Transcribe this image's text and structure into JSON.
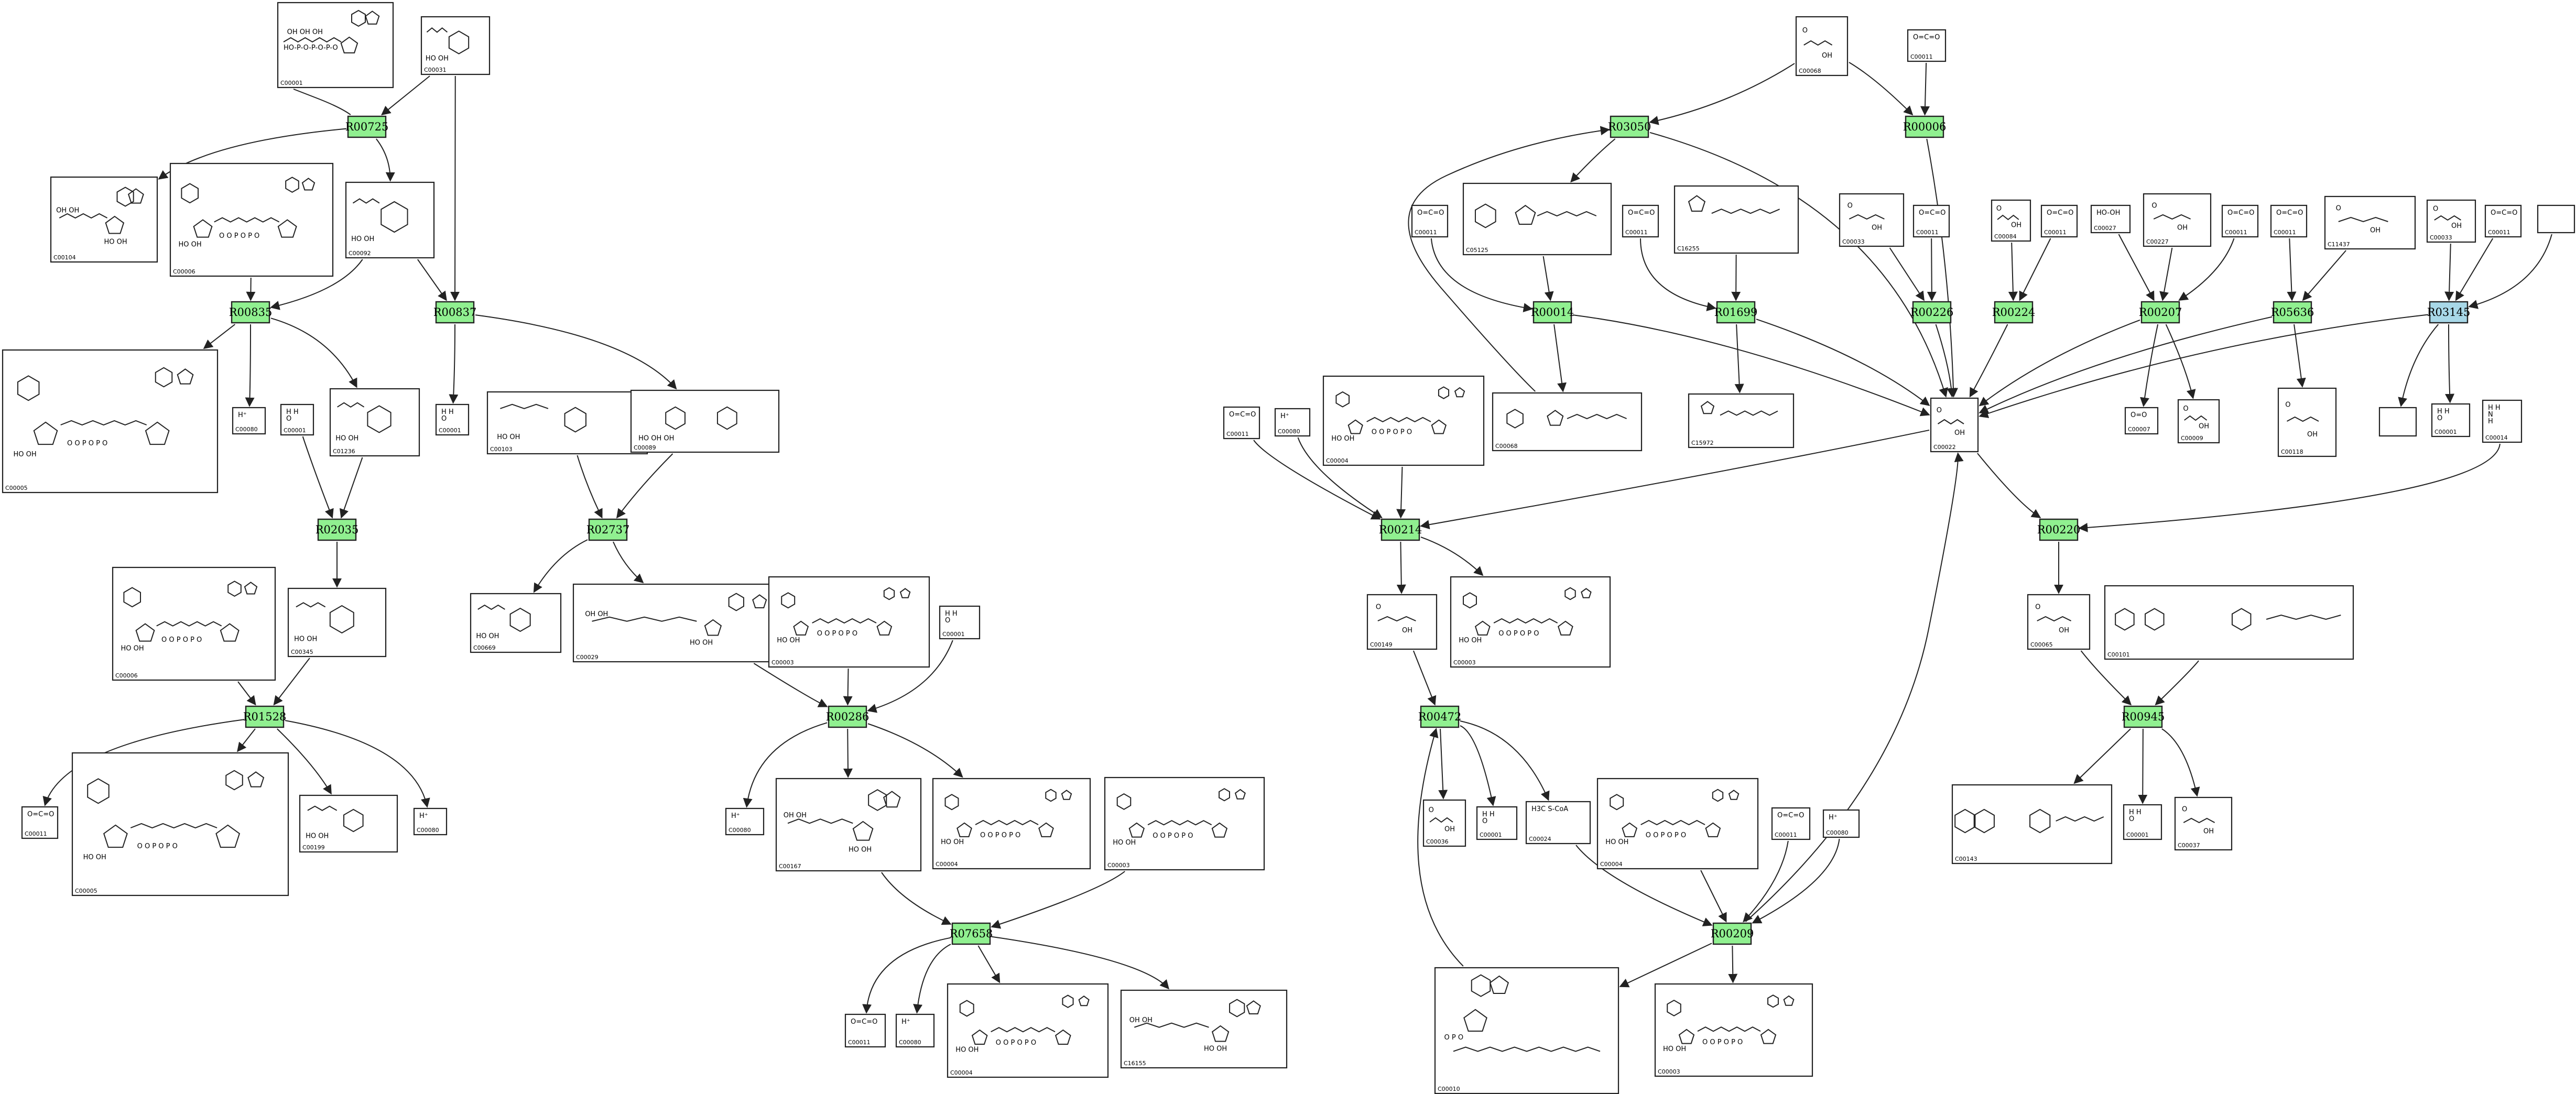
{
  "colors": {
    "reaction_fill": "#90f090",
    "reaction_highlight_fill": "#a8d8e8",
    "edge": "#222222",
    "frame": "#222222",
    "background": "#ffffff"
  },
  "reactions": [
    {
      "id": "R00725",
      "label": "R00725",
      "style": "normal"
    },
    {
      "id": "R00835",
      "label": "R00835",
      "style": "normal"
    },
    {
      "id": "R00837",
      "label": "R00837",
      "style": "normal"
    },
    {
      "id": "R02035",
      "label": "R02035",
      "style": "normal"
    },
    {
      "id": "R02737",
      "label": "R02737",
      "style": "normal"
    },
    {
      "id": "R01528",
      "label": "R01528",
      "style": "normal"
    },
    {
      "id": "R00286",
      "label": "R00286",
      "style": "normal"
    },
    {
      "id": "R07658",
      "label": "R07658",
      "style": "normal"
    },
    {
      "id": "R03050",
      "label": "R03050",
      "style": "normal"
    },
    {
      "id": "R00006",
      "label": "R00006",
      "style": "normal"
    },
    {
      "id": "R00014",
      "label": "R00014",
      "style": "normal"
    },
    {
      "id": "R01699",
      "label": "R01699",
      "style": "normal"
    },
    {
      "id": "R00226",
      "label": "R00226",
      "style": "normal"
    },
    {
      "id": "R00224",
      "label": "R00224",
      "style": "normal"
    },
    {
      "id": "R00207",
      "label": "R00207",
      "style": "normal"
    },
    {
      "id": "R05636",
      "label": "R05636",
      "style": "normal"
    },
    {
      "id": "R03145",
      "label": "R03145",
      "style": "highlight"
    },
    {
      "id": "R00214",
      "label": "R00214",
      "style": "normal"
    },
    {
      "id": "R00220",
      "label": "R00220",
      "style": "normal"
    },
    {
      "id": "R00472",
      "label": "R00472",
      "style": "normal"
    },
    {
      "id": "R00945",
      "label": "R00945",
      "style": "normal"
    },
    {
      "id": "R00209",
      "label": "R00209",
      "style": "normal"
    }
  ],
  "compounds": [
    {
      "id": "c_C00001_top",
      "cid": "C00001",
      "kind": "triphosphate"
    },
    {
      "id": "c_C00031",
      "cid": "C00031",
      "kind": "sugar"
    },
    {
      "id": "c_C00104",
      "cid": "C00104",
      "kind": "nucleotide"
    },
    {
      "id": "c_C00006_a",
      "cid": "C00006",
      "kind": "dinucleotide"
    },
    {
      "id": "c_C00092",
      "cid": "C00092",
      "kind": "sugar_phosphate"
    },
    {
      "id": "c_C00005_a",
      "cid": "C00005",
      "kind": "dinucleotide"
    },
    {
      "id": "c_C00080_a",
      "cid": "C00080",
      "kind": "formula",
      "text": "H⁺"
    },
    {
      "id": "c_C00001_b",
      "cid": "C00001",
      "kind": "formula",
      "text": "H  H\n O"
    },
    {
      "id": "c_C01236",
      "cid": "C01236",
      "kind": "sugar_phosphate"
    },
    {
      "id": "c_C00001_c",
      "cid": "C00001",
      "kind": "formula",
      "text": "H  H\n O"
    },
    {
      "id": "c_C00103",
      "cid": "C00103",
      "kind": "sugar_phosphate"
    },
    {
      "id": "c_C00089",
      "cid": "C00089",
      "kind": "disaccharide"
    },
    {
      "id": "c_C00006_b",
      "cid": "C00006",
      "kind": "dinucleotide"
    },
    {
      "id": "c_C00345",
      "cid": "C00345",
      "kind": "sugar_acid"
    },
    {
      "id": "c_C00669",
      "cid": "C00669",
      "kind": "sugar_phosphate"
    },
    {
      "id": "c_C00029",
      "cid": "C00029",
      "kind": "nucleotide_sugar"
    },
    {
      "id": "c_C00003_a",
      "cid": "C00003",
      "kind": "dinucleotide"
    },
    {
      "id": "c_C00001_d",
      "cid": "C00001",
      "kind": "formula",
      "text": "H  H\n O"
    },
    {
      "id": "c_C00011_a",
      "cid": "C00011",
      "kind": "formula",
      "text": "O=C=O"
    },
    {
      "id": "c_C00005_b",
      "cid": "C00005",
      "kind": "dinucleotide"
    },
    {
      "id": "c_C00199",
      "cid": "C00199",
      "kind": "sugar_phosphate"
    },
    {
      "id": "c_C00080_b",
      "cid": "C00080",
      "kind": "formula",
      "text": "H⁺"
    },
    {
      "id": "c_C00080_c",
      "cid": "C00080",
      "kind": "formula",
      "text": "H⁺"
    },
    {
      "id": "c_C00167",
      "cid": "C00167",
      "kind": "nucleotide_sugar"
    },
    {
      "id": "c_C00004_a",
      "cid": "C00004",
      "kind": "dinucleotide"
    },
    {
      "id": "c_C00003_b",
      "cid": "C00003",
      "kind": "dinucleotide"
    },
    {
      "id": "c_C00011_b",
      "cid": "C00011",
      "kind": "formula",
      "text": "O=C=O"
    },
    {
      "id": "c_C00080_d",
      "cid": "C00080",
      "kind": "formula",
      "text": "H⁺"
    },
    {
      "id": "c_C00004_b",
      "cid": "C00004",
      "kind": "dinucleotide"
    },
    {
      "id": "c_C16155",
      "cid": "C16155",
      "kind": "nucleotide_sugar"
    },
    {
      "id": "c_C00068",
      "cid": "C00068",
      "kind": "small_acid"
    },
    {
      "id": "c_C00011_c",
      "cid": "C00011",
      "kind": "formula",
      "text": "O=C=O"
    },
    {
      "id": "c_C05125",
      "cid": "C05125",
      "kind": "thiamine"
    },
    {
      "id": "c_C00011_d",
      "cid": "C00011",
      "kind": "formula",
      "text": "O=C=O"
    },
    {
      "id": "c_C16255",
      "cid": "C16255",
      "kind": "lipoyl"
    },
    {
      "id": "c_C00011_e",
      "cid": "C00011",
      "kind": "formula",
      "text": "O=C=O"
    },
    {
      "id": "c_C00033",
      "cid": "C00033",
      "kind": "small_acid"
    },
    {
      "id": "c_C00011_f",
      "cid": "C00011",
      "kind": "formula",
      "text": "O=C=O"
    },
    {
      "id": "c_C00084",
      "cid": "C00084",
      "kind": "small_acid"
    },
    {
      "id": "c_C00011_g",
      "cid": "C00011",
      "kind": "formula",
      "text": "O=C=O"
    },
    {
      "id": "c_C00027",
      "cid": "C00027",
      "kind": "formula",
      "text": "HO-OH"
    },
    {
      "id": "c_C00227",
      "cid": "C00227",
      "kind": "small_acid"
    },
    {
      "id": "c_C00011_h",
      "cid": "C00011",
      "kind": "formula",
      "text": "O=C=O"
    },
    {
      "id": "c_C00011_i",
      "cid": "C00011",
      "kind": "formula",
      "text": "O=C=O"
    },
    {
      "id": "c_C11437",
      "cid": "C11437",
      "kind": "small_acid"
    },
    {
      "id": "c_C00033_b",
      "cid": "C00033",
      "kind": "small_acid"
    },
    {
      "id": "c_C00011_j",
      "cid": "C00011",
      "kind": "formula",
      "text": "O=C=O"
    },
    {
      "id": "c_empty_a",
      "cid": "",
      "kind": "empty"
    },
    {
      "id": "c_C00011_k",
      "cid": "C00011",
      "kind": "formula",
      "text": "O=C=O"
    },
    {
      "id": "c_C00080_e",
      "cid": "C00080",
      "kind": "formula",
      "text": "H⁺"
    },
    {
      "id": "c_C00004_c",
      "cid": "C00004",
      "kind": "dinucleotide"
    },
    {
      "id": "c_C00068_b",
      "cid": "C00068",
      "kind": "thiamine"
    },
    {
      "id": "c_C15972",
      "cid": "C15972",
      "kind": "lipoyl"
    },
    {
      "id": "c_C00022",
      "cid": "C00022",
      "kind": "small_acid"
    },
    {
      "id": "c_C00007",
      "cid": "C00007",
      "kind": "formula",
      "text": "O=O"
    },
    {
      "id": "c_C00009",
      "cid": "C00009",
      "kind": "phosphate"
    },
    {
      "id": "c_C00118",
      "cid": "C00118",
      "kind": "small_acid"
    },
    {
      "id": "c_empty_b",
      "cid": "",
      "kind": "empty"
    },
    {
      "id": "c_C00001_e",
      "cid": "C00001",
      "kind": "formula",
      "text": "H  H\n O"
    },
    {
      "id": "c_C00014",
      "cid": "C00014",
      "kind": "formula",
      "text": "H  H\n N\n H"
    },
    {
      "id": "c_C00149",
      "cid": "C00149",
      "kind": "small_acid"
    },
    {
      "id": "c_C00003_c",
      "cid": "C00003",
      "kind": "dinucleotide"
    },
    {
      "id": "c_C00065",
      "cid": "C00065",
      "kind": "small_acid"
    },
    {
      "id": "c_C00101",
      "cid": "C00101",
      "kind": "folate"
    },
    {
      "id": "c_C00036",
      "cid": "C00036",
      "kind": "small_acid"
    },
    {
      "id": "c_C00001_f",
      "cid": "C00001",
      "kind": "formula",
      "text": "H  H\n O"
    },
    {
      "id": "c_C00024",
      "cid": "C00024",
      "kind": "formula",
      "text": "H3C  S-CoA"
    },
    {
      "id": "c_C00004_d",
      "cid": "C00004",
      "kind": "dinucleotide"
    },
    {
      "id": "c_C00011_l",
      "cid": "C00011",
      "kind": "formula",
      "text": "O=C=O"
    },
    {
      "id": "c_C00080_f",
      "cid": "C00080",
      "kind": "formula",
      "text": "H⁺"
    },
    {
      "id": "c_C00143",
      "cid": "C00143",
      "kind": "folate"
    },
    {
      "id": "c_C00001_g",
      "cid": "C00001",
      "kind": "formula",
      "text": "H  H\n O"
    },
    {
      "id": "c_C00037",
      "cid": "C00037",
      "kind": "small_acid"
    },
    {
      "id": "c_C00010",
      "cid": "C00010",
      "kind": "coa"
    },
    {
      "id": "c_C00003_d",
      "cid": "C00003",
      "kind": "dinucleotide"
    }
  ]
}
